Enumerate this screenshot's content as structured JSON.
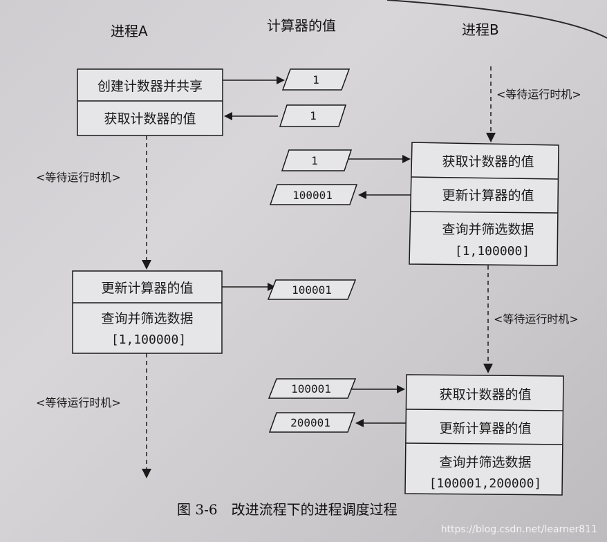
{
  "headers": {
    "process_a": "进程A",
    "counter": "计算器的值",
    "process_b": "进程B"
  },
  "wait_label": "<等待运行时机>",
  "process_a": {
    "box1": {
      "row1": "创建计数器并共享",
      "row2": "获取计数器的值"
    },
    "box2": {
      "row1": "更新计算器的值",
      "row2_line1": "查询并筛选数据",
      "row2_line2": "[1,100000]"
    }
  },
  "process_b": {
    "box1": {
      "row1": "获取计数器的值",
      "row2": "更新计算器的值",
      "row3_line1": "查询并筛选数据",
      "row3_line2": "[1,100000]"
    },
    "box2": {
      "row1": "获取计数器的值",
      "row2": "更新计算器的值",
      "row3_line1": "查询并筛选数据",
      "row3_line2": "[100001,200000]"
    }
  },
  "values": {
    "v1": "1",
    "v2": "1",
    "v3": "1",
    "v4": "100001",
    "v5": "100001",
    "v6": "100001",
    "v7": "200001"
  },
  "caption": "图 3-6　改进流程下的进程调度过程",
  "watermark": "https://blog.csdn.net/learner811",
  "colors": {
    "ink": "#1a1a1a",
    "paper": "#d3d1d4",
    "box_fill": "#e6e5e7"
  }
}
